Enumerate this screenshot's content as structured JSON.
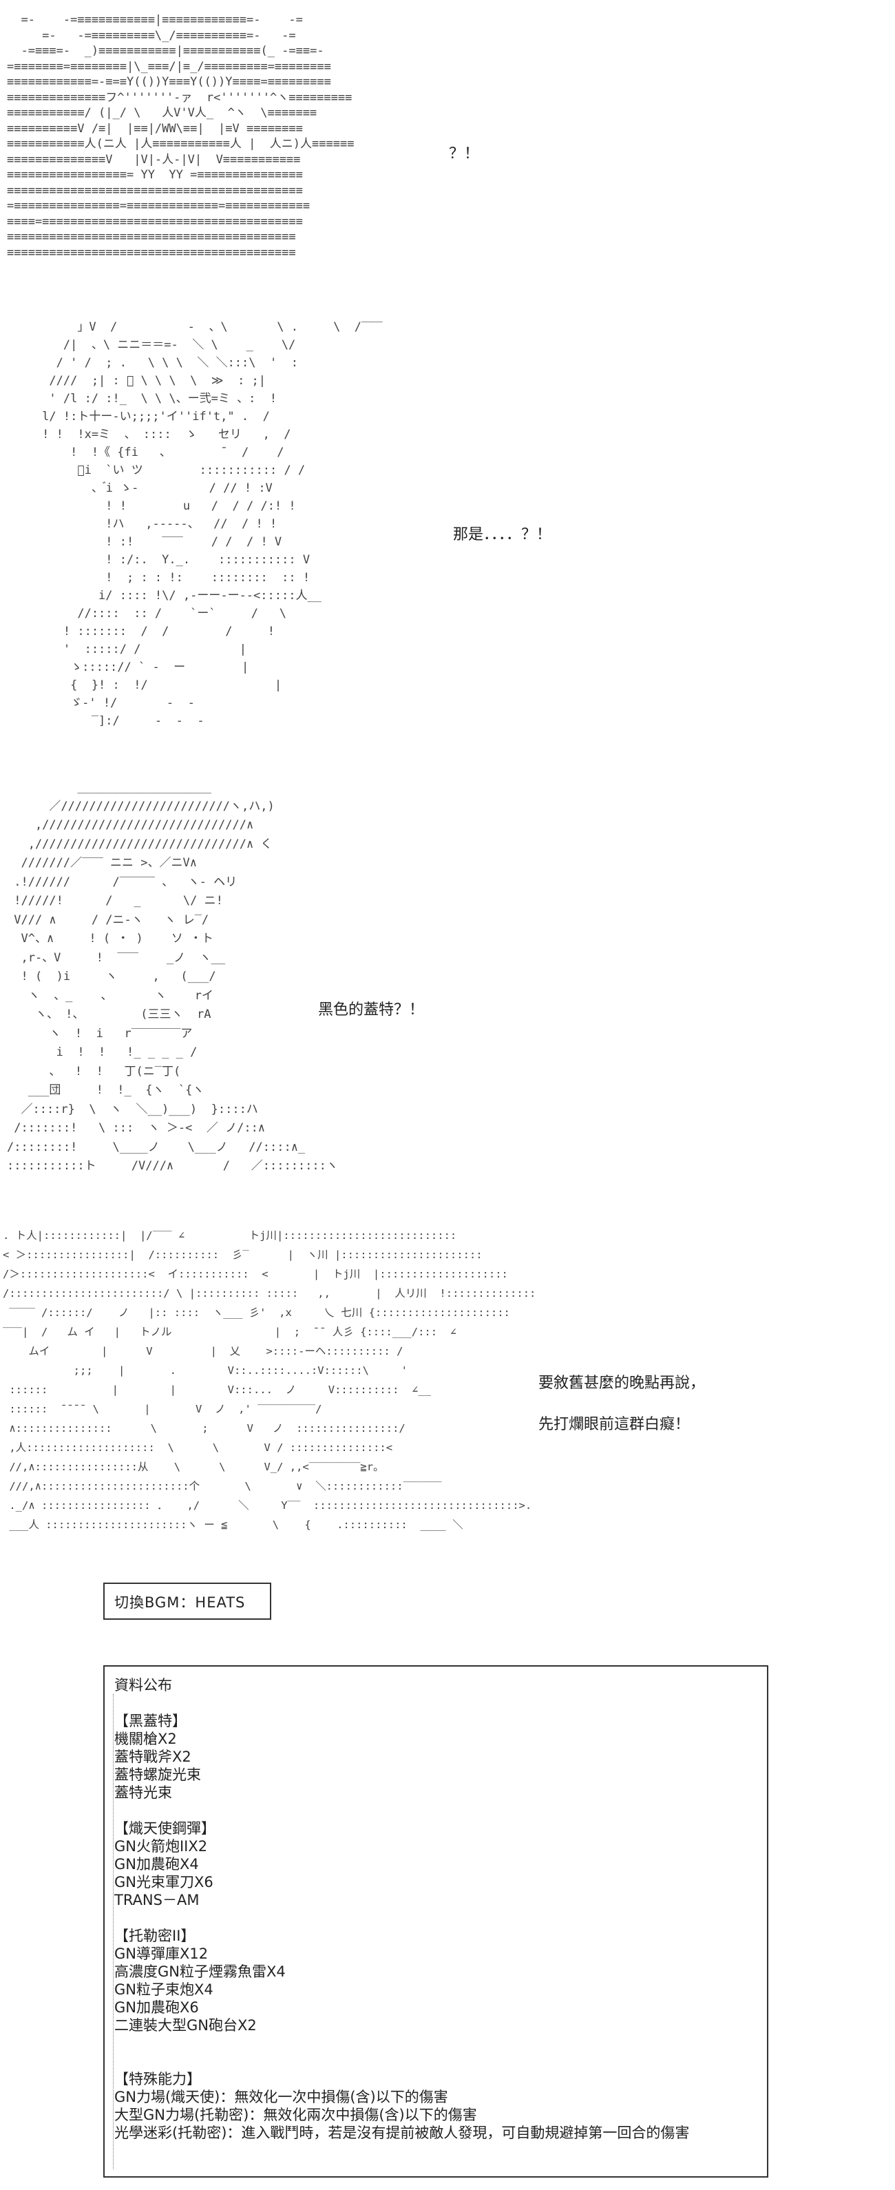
{
  "panels": [
    {
      "id": "panel1",
      "ascii": "  =-    -=≡≡≡≡≡≡≡≡≡≡≡|≡≡≡≡≡≡≡≡≡≡≡≡=-    -=\n     =-   -=≡≡≡≡≡≡≡≡≡\\_/≡≡≡≡≡≡≡≡≡≡=-   -=\n  -=≡≡≡=-  _)≡≡≡≡≡≡≡≡≡≡≡|≡≡≡≡≡≡≡≡≡≡≡(_ -=≡≡=-\n=≡≡≡≡≡≡≡=≡≡≡≡≡≡≡≡|\\_≡≡≡/|≡_/≡≡≡≡≡≡≡≡≡=≡≡≡≡≡≡≡≡\n≡≡≡≡≡≡≡≡≡≡≡≡=-≡=≡Y(())Y≡≡≡Y(())Y≡≡≡≡=≡≡≡≡≡≡≡≡≡\n≡≡≡≡≡≡≡≡≡≡≡≡≡≡フ^'''''''-ァ  r<'''''''^ヽ≡≡≡≡≡≡≡≡≡\n≡≡≡≡≡≡≡≡≡≡≡/ (|_/ \\   人V'V人_  ^ヽ  \\≡≡≡≡≡≡≡\n≡≡≡≡≡≡≡≡≡≡V /≡|  |≡≡|/WW\\≡≡|  |≡V ≡≡≡≡≡≡≡≡\n≡≡≡≡≡≡≡≡≡≡≡人(ニ人 |人≡≡≡≡≡≡≡≡≡≡≡人 |  人ニ)人≡≡≡≡≡≡\n≡≡≡≡≡≡≡≡≡≡≡≡≡≡V   |V|-人-|V|  V≡≡≡≡≡≡≡≡≡≡≡\n≡≡≡≡≡≡≡≡≡≡≡≡≡≡≡≡≡= YY  YY =≡≡≡≡≡≡≡≡≡≡≡≡≡≡≡\n≡≡≡≡≡≡≡≡≡≡≡≡≡≡≡≡≡≡≡≡≡≡≡≡≡≡≡≡≡≡≡≡≡≡≡≡≡≡≡≡≡≡\n=≡≡≡≡≡≡≡≡≡≡≡≡≡≡≡=≡≡≡≡≡≡≡≡≡≡≡≡≡=≡≡≡≡≡≡≡≡≡≡≡≡\n≡≡≡≡=≡≡≡≡≡≡≡≡≡≡≡≡≡≡≡≡≡≡≡≡≡≡≡≡≡≡≡≡≡≡≡≡≡≡≡≡≡\n≡≡≡≡≡≡≡≡≡≡≡≡≡≡≡≡≡≡≡≡≡≡≡≡≡≡≡≡≡≡≡≡≡≡≡≡≡≡≡≡≡\n≡≡≡≡≡≡≡≡≡≡≡≡≡≡≡≡≡≡≡≡≡≡≡≡≡≡≡≡≡≡≡≡≡≡≡≡≡≡≡≡≡",
      "text": "？！"
    },
    {
      "id": "panel2",
      "ascii": "          」V  /          -  、\\       \\ .     \\  /‾‾‾\n        /|  、\\ ニニ＝＝=-  ＼ \\    _    \\/\n       / ' /  ; .   \\ \\ \\  ＼ ＼:::\\  '  :\n      ////  ;| : ゙ \\ \\ \\  \\  ≫  : ;|\n      ' /l :/ :!_  \\ \\ \\、ー弐=ミ 、:  !\n     l/ !:ト十ー-い;;;;'イ''if't,\" .  /\n     ! !  !x=ミ  、 ::::  ゝ   セリ   ,  /\n         !  !《 {fi   、       ̄   /    /\n          ゙i  `い ツ        ::::::::::: / /\n            、 ゙i ゝ-          / // ! :V\n              ! !        u   /  / / /:! !\n              !ハ   ,-----、  //  / ! !\n              ! :!    ‾‾‾    / /  / ! V\n              ! :/:.  Y._.    ::::::::::: V\n              !  ; : : !:    ::::::::  :: !\n             i/ :::: !\\/ ,-ーー-ー--<:::::人__\n          //::::  :: /    `ー`     /   \\\n        ! :::::::  /  /        /     !\n        '  :::::/ /              |\n         ゝ:::::// ` -  ー        |\n         {  }! :  !/                  |\n         ゞ-' !/       -  -\n            ‾]:/     -  -  -",
      "text": "那是．．．．？！"
    },
    {
      "id": "panel3",
      "ascii": "          ___________________\n      ／////////////////////////ヽ,ハ,)\n    ,/////////////////////////////∧\n   ,//////////////////////////////∧ く\n  ///////／‾‾‾ ニニ >、／ニV∧\n .!//////      /‾‾‾‾‾ 、  ヽ- ヘリ\n !/////!      /   _      \\/ ニ!\n V/// ∧     / /ニ-ヽ   ヽ レ‾/\n  V^、∧     ! ( ・ )    ソ ・ト\n  ,r-、V     !  ‾‾‾    _ノ  ヽ__\n  ! (  )i     ヽ     ,   (___/\n   ヽ  、_    、      ヽ    rイ\n    ヽ、 !、        (三三ヽ  rA\n      ヽ  !  i   r‾‾‾‾‾‾‾ア\n       i  !  !   !_ _ _ _ /\n      、  !  !   丁(ニ‾丁(\n   ___団     !  !_  {ヽ  `{ヽ\n  ／::::r}  \\  ヽ  ＼__)___)  }::::ハ\n /:::::::!   \\ :::  ヽ ＞-<  ／ ノ/::∧\n/::::::::!     \\____ノ    \\___ノ   //::::∧_\n:::::::::::ト     /V///∧       /   ／:::::::::ヽ",
      "text": "黑色的蓋特？！"
    },
    {
      "id": "panel4",
      "ascii": ". ト人|::::::::::::|  |/‾‾‾ ∠          トj川|:::::::::::::::::::::::::::\n< ＞::::::::::::::::|  /::::::::::  彡‾      |  ヽ川 |::::::::::::::::::::::\n/＞::::::::::::::::::::<  イ:::::::::::  <       |  トj川  |::::::::::::::::::::\n/::::::::::::::::::::::::/ \\ |:::::::::: :::::   ,,       |  人リ川  !::::::::::::::\n ‾‾‾‾ /::::::/    ノ   |:: ::::  ヽ___ 彡'  ,x     乀 七川 {:::::::::::::::::::::\n‾‾‾|  /   ム イ   |   トノル                |  ;  ̄ ̄  人彡 {::::___/:::  ∠\n    ムイ        |      V         |  乂    >::::-ーヘ:::::::::: /\n           ;;;    |       .        V::..::::....:V::::::\\     '\n ::::::          |        |        V:::...  ノ     V::::::::::  ∠__\n ::::::  ̄ ̄ ̄ ̄  \\       |       V  ノ  ,' ‾‾‾‾‾‾‾‾‾/\n ∧:::::::::::::::      \\       ;      V   ノ  ::::::::::::::::/\n ,人::::::::::::::::::::  \\      \\       V / :::::::::::::::<\n //,∧::::::::::::::::从    \\      \\      V_/ ,,<‾‾‾‾‾‾‾‾≧r。\n ///,∧:::::::::::::::::::::::个       \\       ∨  ＼::::::::::::‾‾‾‾‾‾\n ._/∧ ::::::::::::::::: ．   ,/      ＼     Y‾‾  ::::::::::::::::::::::::::::::::>.\n ___人 ::::::::::::::::::::::ヽ ー ≦       \\    {    .::::::::::  ____ ＼",
      "lines": [
        "要敘舊甚麼的晚點再說，",
        "先打爛眼前這群白癡！"
      ]
    }
  ],
  "bgm_box": {
    "text": "切換BGM：HEATS"
  },
  "info_box": {
    "title": "資料公布",
    "groups": [
      {
        "heading": "【黑蓋特】",
        "items": [
          "機關槍X2",
          "蓋特戰斧X2",
          "蓋特螺旋光束",
          "蓋特光束"
        ]
      },
      {
        "heading": "【熾天使鋼彈】",
        "items": [
          "GN火箭炮IIX2",
          "GN加農砲X4",
          "GN光束軍刀X6",
          "TRANS－AM"
        ]
      },
      {
        "heading": "【托勒密II】",
        "items": [
          "GN導彈庫X12",
          "高濃度GN粒子煙霧魚雷X4",
          "GN粒子束炮X4",
          "GN加農砲X6",
          "二連裝大型GN砲台X2"
        ]
      },
      {
        "heading": "【特殊能力】",
        "items": [
          "GN力場(熾天使)：無效化一次中損傷(含)以下的傷害",
          "大型GN力場(托勒密)：無效化兩次中損傷(含)以下的傷害",
          "光學迷彩(托勒密)：進入戰鬥時，若是沒有提前被敵人發現，可自動規避掉第一回合的傷害"
        ]
      }
    ]
  }
}
